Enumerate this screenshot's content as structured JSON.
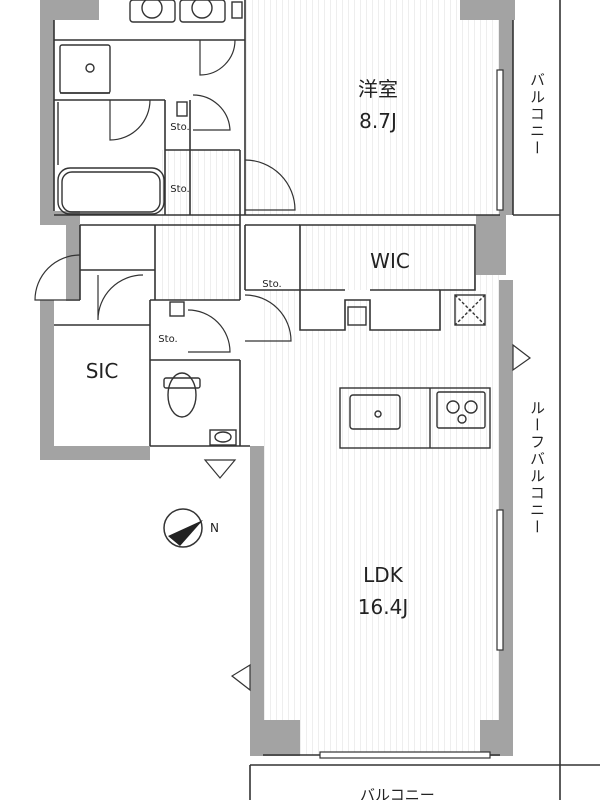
{
  "rooms": {
    "western_room": {
      "name": "洋室",
      "size": "8.7J"
    },
    "wic": {
      "name": "WIC"
    },
    "sic": {
      "name": "SIC"
    },
    "ldk": {
      "name": "LDK",
      "size": "16.4J"
    }
  },
  "storage_labels": [
    "Sto.",
    "Sto.",
    "Sto.",
    "Sto."
  ],
  "balcony_labels": {
    "east": "バルコニー",
    "roof": "ルーフバルコニー",
    "south": "バルコニー"
  },
  "compass": {
    "label": "N"
  },
  "colors": {
    "wall": "#a3a3a3",
    "line": "#333333",
    "grain": "#d9d9d9"
  }
}
